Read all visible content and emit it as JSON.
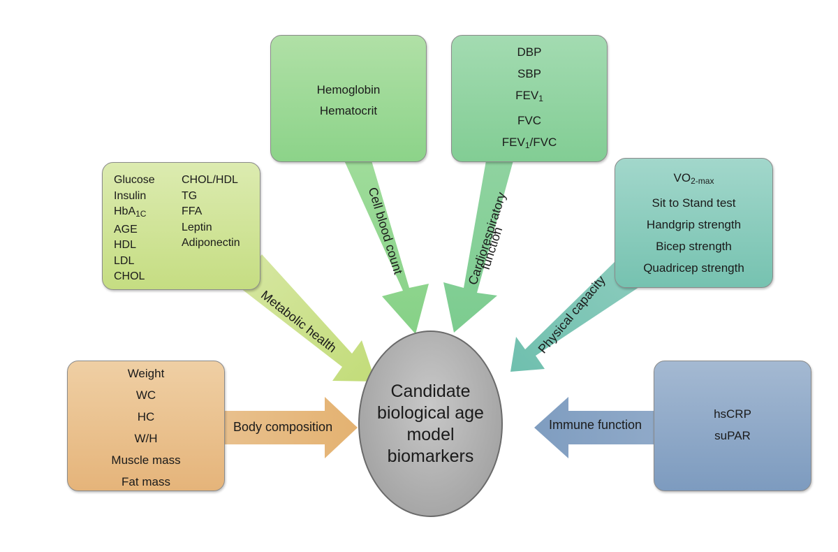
{
  "center": {
    "label": "Candidate biological age model biomarkers"
  },
  "arrows": {
    "body_composition": "Body composition",
    "metabolic_health": "Metabolic health",
    "cell_blood_count": "Cell blood count",
    "cardiorespiratory_1": "Cardiorespiratory",
    "cardiorespiratory_2": "function",
    "physical_capacity": "Physical capacity",
    "immune_function": "Immune function"
  },
  "boxes": {
    "body_composition": [
      "Weight",
      "WC",
      "HC",
      "W/H",
      "Muscle mass",
      "Fat mass"
    ],
    "metabolic_col1": [
      "Glucose",
      "Insulin",
      "HbA",
      "AGE",
      "HDL",
      "LDL",
      "CHOL"
    ],
    "metabolic_col1_sub": "1C",
    "metabolic_col2": [
      "CHOL/HDL",
      "TG",
      "FFA",
      "Leptin",
      "Adiponectin"
    ],
    "cell_blood_count": [
      "Hemoglobin",
      "Hematocrit"
    ],
    "cardio": {
      "dbp": "DBP",
      "sbp": "SBP",
      "fev": "FEV",
      "sub1": "1",
      "fvc": "FVC",
      "ratio_a": "FEV",
      "ratio_sub": "1",
      "ratio_b": "/FVC"
    },
    "physical": {
      "vo2": "VO",
      "vo2_sub": "2-max",
      "items": [
        "Sit to Stand test",
        "Handgrip strength",
        "Bicep strength",
        "Quadricep strength"
      ]
    },
    "immune": [
      "hsCRP",
      "suPAR"
    ]
  },
  "colors": {
    "body": "#e9bf86",
    "metabolic": "#c8dd8a",
    "cell": "#8fd48f",
    "cardio": "#86cf9a",
    "physical": "#7dc4b3",
    "immune": "#8aa6c6"
  }
}
